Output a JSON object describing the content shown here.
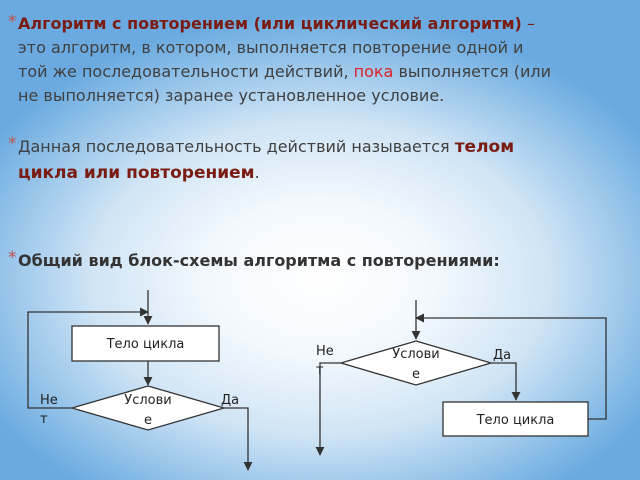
{
  "paragraph1": {
    "term": "Алгоритм с повторением (или циклический алгоритм)",
    "dash": " – ",
    "text_before": "это алгоритм, в котором, выполняется повторение одной и той же последовательности действий, ",
    "highlight": "пока",
    "text_after": " выполняется (или не выполняется) заранее установленное условие."
  },
  "paragraph2": {
    "text": "Данная последовательность действий называется ",
    "emphasis": "телом цикла или повторением",
    "end": "."
  },
  "heading": "Общий вид блок-схемы алгоритма с повторениями:",
  "bullet_symbol": "*",
  "diagram_left": {
    "body_label": "Тело цикла",
    "condition_line1": "Услови",
    "condition_line2": "е",
    "no_line1": "Не",
    "no_line2": "т",
    "yes_label": "Да"
  },
  "diagram_right": {
    "body_label": "Тело цикла",
    "condition_line1": "Услови",
    "condition_line2": "е",
    "no_line1": "Не",
    "no_line2": "т",
    "yes_label": "Да"
  },
  "colors": {
    "bullet": "#c0504d",
    "term": "#7b1c12",
    "highlight": "#e0202a",
    "text": "#404040"
  }
}
